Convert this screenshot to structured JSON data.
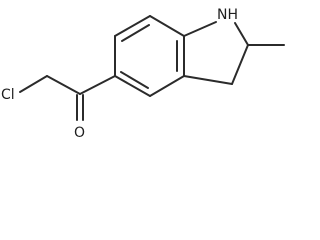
{
  "molecule": {
    "atom_labels": {
      "chlorine": "Cl",
      "oxygen": "O",
      "amine": "NH"
    }
  }
}
